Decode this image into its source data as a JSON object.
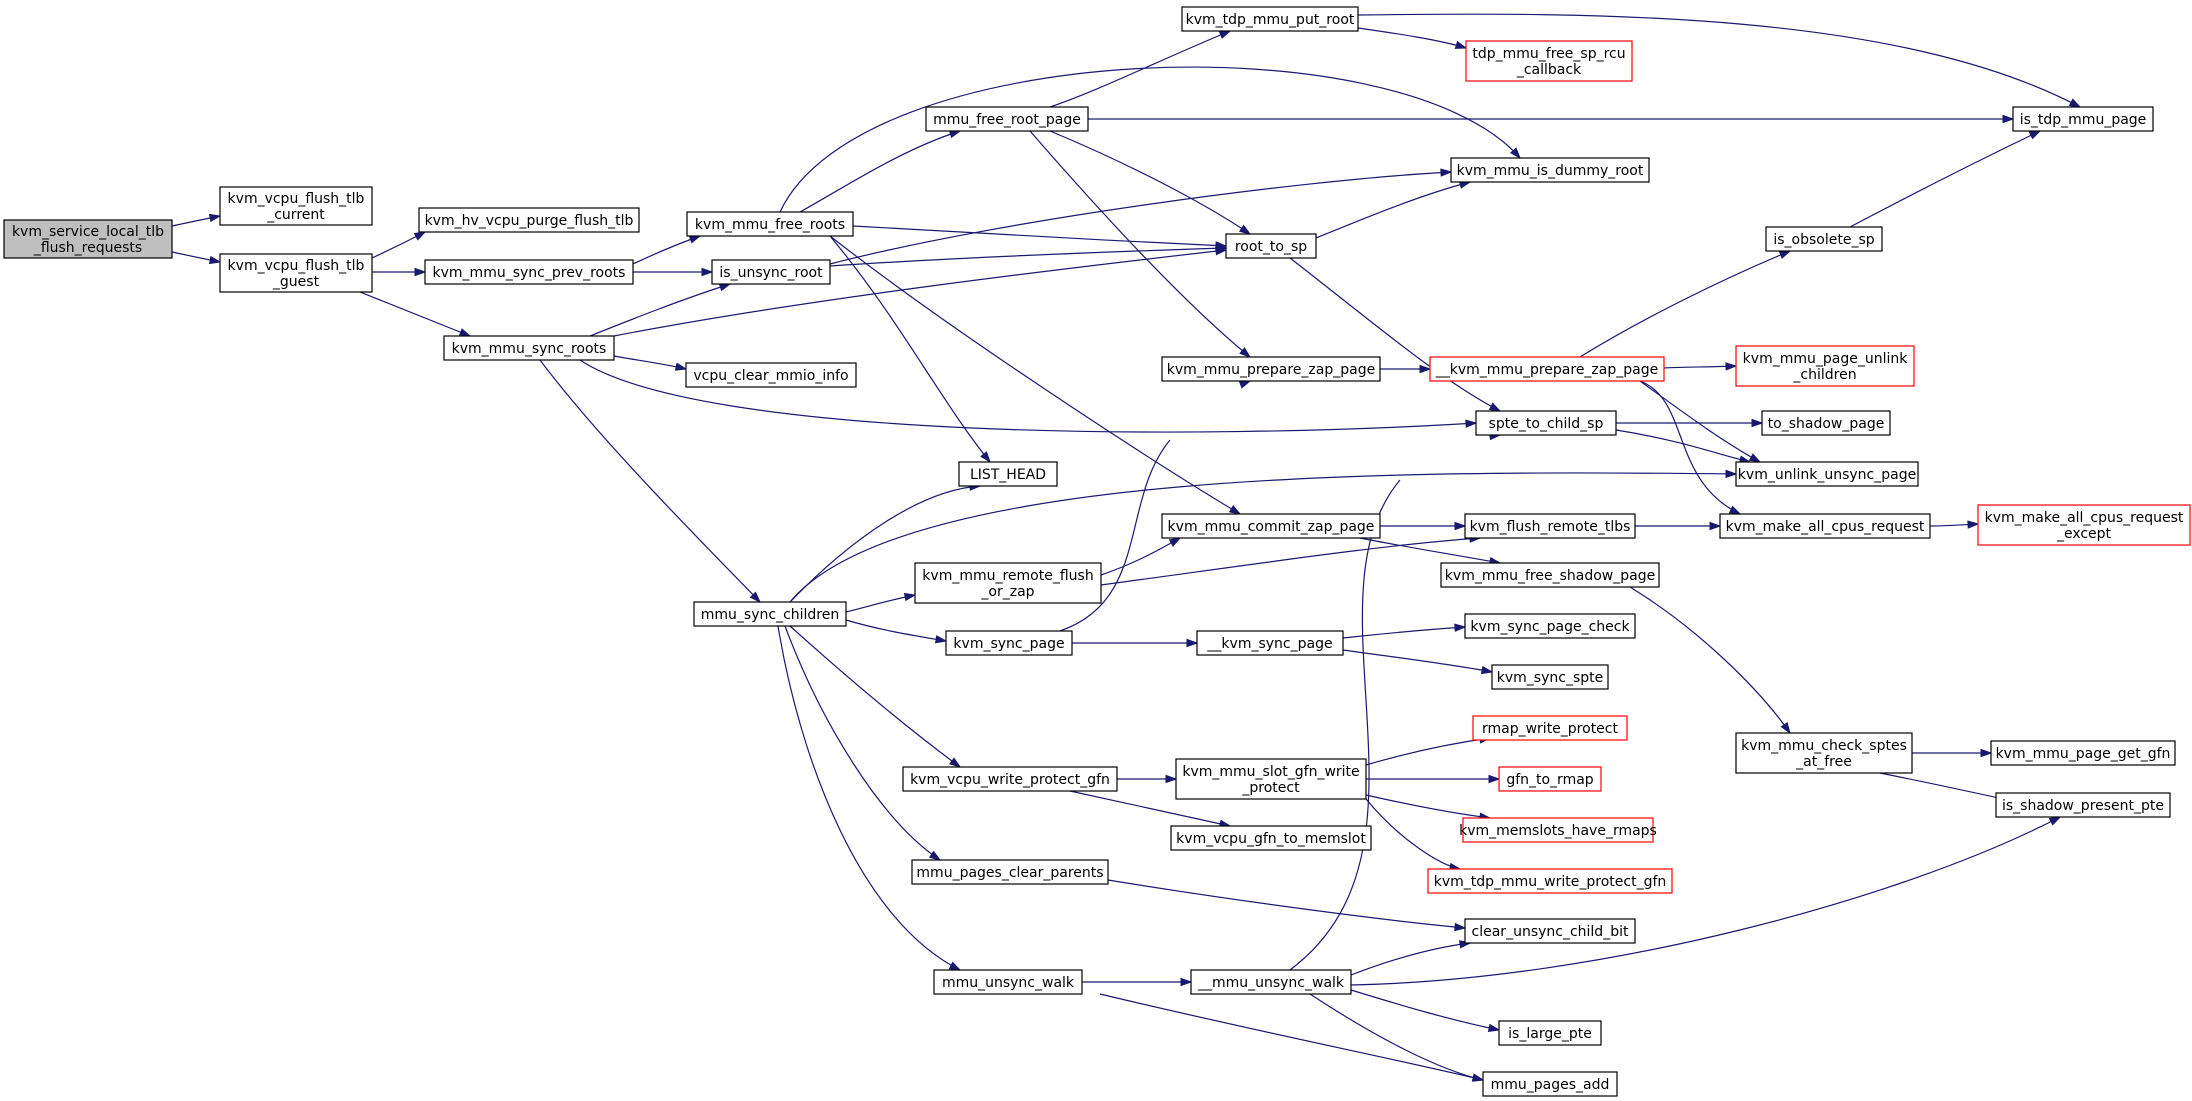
{
  "diagram": {
    "colors": {
      "edge": "#191970",
      "normal_border": "#000000",
      "highlight_border": "#ff0000",
      "root_fill": "#bfbfbf"
    },
    "nodes": {
      "kvm_service_local_tlb_flush_requests": {
        "lines": [
          "kvm_service_local_tlb",
          "_flush_requests"
        ],
        "style": "root"
      },
      "kvm_vcpu_flush_tlb_current": {
        "lines": [
          "kvm_vcpu_flush_tlb",
          "_current"
        ],
        "style": "normal"
      },
      "kvm_vcpu_flush_tlb_guest": {
        "lines": [
          "kvm_vcpu_flush_tlb",
          "_guest"
        ],
        "style": "normal"
      },
      "kvm_hv_vcpu_purge_flush_tlb": {
        "lines": [
          "kvm_hv_vcpu_purge_flush_tlb"
        ],
        "style": "normal"
      },
      "kvm_mmu_sync_prev_roots": {
        "lines": [
          "kvm_mmu_sync_prev_roots"
        ],
        "style": "normal"
      },
      "kvm_mmu_sync_roots": {
        "lines": [
          "kvm_mmu_sync_roots"
        ],
        "style": "normal"
      },
      "kvm_mmu_free_roots": {
        "lines": [
          "kvm_mmu_free_roots"
        ],
        "style": "normal"
      },
      "is_unsync_root": {
        "lines": [
          "is_unsync_root"
        ],
        "style": "normal"
      },
      "vcpu_clear_mmio_info": {
        "lines": [
          "vcpu_clear_mmio_info"
        ],
        "style": "normal"
      },
      "mmu_sync_children": {
        "lines": [
          "mmu_sync_children"
        ],
        "style": "normal"
      },
      "LIST_HEAD": {
        "lines": [
          "LIST_HEAD"
        ],
        "style": "normal"
      },
      "mmu_free_root_page": {
        "lines": [
          "mmu_free_root_page"
        ],
        "style": "normal"
      },
      "kvm_tdp_mmu_put_root": {
        "lines": [
          "kvm_tdp_mmu_put_root"
        ],
        "style": "normal"
      },
      "tdp_mmu_free_sp_rcu_callback": {
        "lines": [
          "tdp_mmu_free_sp_rcu",
          "_callback"
        ],
        "style": "red"
      },
      "is_tdp_mmu_page": {
        "lines": [
          "is_tdp_mmu_page"
        ],
        "style": "normal"
      },
      "kvm_mmu_is_dummy_root": {
        "lines": [
          "kvm_mmu_is_dummy_root"
        ],
        "style": "normal"
      },
      "root_to_sp": {
        "lines": [
          "root_to_sp"
        ],
        "style": "normal"
      },
      "is_obsolete_sp": {
        "lines": [
          "is_obsolete_sp"
        ],
        "style": "normal"
      },
      "kvm_mmu_prepare_zap_page": {
        "lines": [
          "kvm_mmu_prepare_zap_page"
        ],
        "style": "normal"
      },
      "__kvm_mmu_prepare_zap_page": {
        "lines": [
          "__kvm_mmu_prepare_zap_page"
        ],
        "style": "red"
      },
      "kvm_mmu_page_unlink_children": {
        "lines": [
          "kvm_mmu_page_unlink",
          "_children"
        ],
        "style": "red"
      },
      "spte_to_child_sp": {
        "lines": [
          "spte_to_child_sp"
        ],
        "style": "normal"
      },
      "to_shadow_page": {
        "lines": [
          "to_shadow_page"
        ],
        "style": "normal"
      },
      "kvm_unlink_unsync_page": {
        "lines": [
          "kvm_unlink_unsync_page"
        ],
        "style": "normal"
      },
      "kvm_mmu_commit_zap_page": {
        "lines": [
          "kvm_mmu_commit_zap_page"
        ],
        "style": "normal"
      },
      "kvm_flush_remote_tlbs": {
        "lines": [
          "kvm_flush_remote_tlbs"
        ],
        "style": "normal"
      },
      "kvm_make_all_cpus_request": {
        "lines": [
          "kvm_make_all_cpus_request"
        ],
        "style": "normal"
      },
      "kvm_make_all_cpus_request_except": {
        "lines": [
          "kvm_make_all_cpus_request",
          "_except"
        ],
        "style": "red"
      },
      "kvm_mmu_free_shadow_page": {
        "lines": [
          "kvm_mmu_free_shadow_page"
        ],
        "style": "normal"
      },
      "kvm_mmu_remote_flush_or_zap": {
        "lines": [
          "kvm_mmu_remote_flush",
          "_or_zap"
        ],
        "style": "normal"
      },
      "kvm_sync_page": {
        "lines": [
          "kvm_sync_page"
        ],
        "style": "normal"
      },
      "__kvm_sync_page": {
        "lines": [
          "__kvm_sync_page"
        ],
        "style": "normal"
      },
      "kvm_sync_page_check": {
        "lines": [
          "kvm_sync_page_check"
        ],
        "style": "normal"
      },
      "kvm_sync_spte": {
        "lines": [
          "kvm_sync_spte"
        ],
        "style": "normal"
      },
      "kvm_vcpu_write_protect_gfn": {
        "lines": [
          "kvm_vcpu_write_protect_gfn"
        ],
        "style": "normal"
      },
      "kvm_mmu_slot_gfn_write_protect": {
        "lines": [
          "kvm_mmu_slot_gfn_write",
          "_protect"
        ],
        "style": "normal"
      },
      "rmap_write_protect": {
        "lines": [
          "rmap_write_protect"
        ],
        "style": "red"
      },
      "gfn_to_rmap": {
        "lines": [
          "gfn_to_rmap"
        ],
        "style": "red"
      },
      "kvm_memslots_have_rmaps": {
        "lines": [
          "kvm_memslots_have_rmaps"
        ],
        "style": "red"
      },
      "kvm_tdp_mmu_write_protect_gfn": {
        "lines": [
          "kvm_tdp_mmu_write_protect_gfn"
        ],
        "style": "red"
      },
      "kvm_vcpu_gfn_to_memslot": {
        "lines": [
          "kvm_vcpu_gfn_to_memslot"
        ],
        "style": "normal"
      },
      "kvm_mmu_check_sptes_at_free": {
        "lines": [
          "kvm_mmu_check_sptes",
          "_at_free"
        ],
        "style": "normal"
      },
      "kvm_mmu_page_get_gfn": {
        "lines": [
          "kvm_mmu_page_get_gfn"
        ],
        "style": "normal"
      },
      "is_shadow_present_pte": {
        "lines": [
          "is_shadow_present_pte"
        ],
        "style": "normal"
      },
      "mmu_pages_clear_parents": {
        "lines": [
          "mmu_pages_clear_parents"
        ],
        "style": "normal"
      },
      "clear_unsync_child_bit": {
        "lines": [
          "clear_unsync_child_bit"
        ],
        "style": "normal"
      },
      "mmu_unsync_walk": {
        "lines": [
          "mmu_unsync_walk"
        ],
        "style": "normal"
      },
      "__mmu_unsync_walk": {
        "lines": [
          "__mmu_unsync_walk"
        ],
        "style": "normal"
      },
      "is_large_pte": {
        "lines": [
          "is_large_pte"
        ],
        "style": "normal"
      },
      "mmu_pages_add": {
        "lines": [
          "mmu_pages_add"
        ],
        "style": "normal"
      }
    },
    "edges": [
      [
        "kvm_service_local_tlb_flush_requests",
        "kvm_vcpu_flush_tlb_current"
      ],
      [
        "kvm_service_local_tlb_flush_requests",
        "kvm_vcpu_flush_tlb_guest"
      ],
      [
        "kvm_vcpu_flush_tlb_guest",
        "kvm_hv_vcpu_purge_flush_tlb"
      ],
      [
        "kvm_vcpu_flush_tlb_guest",
        "kvm_mmu_sync_prev_roots"
      ],
      [
        "kvm_vcpu_flush_tlb_guest",
        "kvm_mmu_sync_roots"
      ],
      [
        "kvm_mmu_sync_prev_roots",
        "kvm_mmu_free_roots"
      ],
      [
        "kvm_mmu_sync_prev_roots",
        "is_unsync_root"
      ],
      [
        "kvm_mmu_sync_roots",
        "is_unsync_root"
      ],
      [
        "kvm_mmu_sync_roots",
        "root_to_sp"
      ],
      [
        "kvm_mmu_sync_roots",
        "vcpu_clear_mmio_info"
      ],
      [
        "kvm_mmu_sync_roots",
        "spte_to_child_sp"
      ],
      [
        "kvm_mmu_sync_roots",
        "mmu_sync_children"
      ],
      [
        "kvm_mmu_free_roots",
        "mmu_free_root_page"
      ],
      [
        "kvm_mmu_free_roots",
        "kvm_mmu_is_dummy_root"
      ],
      [
        "kvm_mmu_free_roots",
        "root_to_sp"
      ],
      [
        "kvm_mmu_free_roots",
        "LIST_HEAD"
      ],
      [
        "kvm_mmu_free_roots",
        "kvm_mmu_commit_zap_page"
      ],
      [
        "is_unsync_root",
        "kvm_mmu_is_dummy_root"
      ],
      [
        "is_unsync_root",
        "root_to_sp"
      ],
      [
        "mmu_free_root_page",
        "kvm_tdp_mmu_put_root"
      ],
      [
        "mmu_free_root_page",
        "is_tdp_mmu_page"
      ],
      [
        "mmu_free_root_page",
        "root_to_sp"
      ],
      [
        "mmu_free_root_page",
        "kvm_mmu_prepare_zap_page"
      ],
      [
        "kvm_tdp_mmu_put_root",
        "tdp_mmu_free_sp_rcu_callback"
      ],
      [
        "kvm_tdp_mmu_put_root",
        "is_tdp_mmu_page"
      ],
      [
        "root_to_sp",
        "kvm_mmu_is_dummy_root"
      ],
      [
        "root_to_sp",
        "spte_to_child_sp"
      ],
      [
        "is_obsolete_sp",
        "is_tdp_mmu_page"
      ],
      [
        "kvm_mmu_prepare_zap_page",
        "__kvm_mmu_prepare_zap_page"
      ],
      [
        "__kvm_mmu_prepare_zap_page",
        "is_obsolete_sp"
      ],
      [
        "__kvm_mmu_prepare_zap_page",
        "kvm_mmu_page_unlink_children"
      ],
      [
        "__kvm_mmu_prepare_zap_page",
        "kvm_unlink_unsync_page"
      ],
      [
        "__kvm_mmu_prepare_zap_page",
        "kvm_make_all_cpus_request"
      ],
      [
        "spte_to_child_sp",
        "to_shadow_page"
      ],
      [
        "spte_to_child_sp",
        "kvm_unlink_unsync_page"
      ],
      [
        "kvm_mmu_commit_zap_page",
        "kvm_flush_remote_tlbs"
      ],
      [
        "kvm_mmu_commit_zap_page",
        "kvm_mmu_free_shadow_page"
      ],
      [
        "kvm_flush_remote_tlbs",
        "kvm_make_all_cpus_request"
      ],
      [
        "kvm_make_all_cpus_request",
        "kvm_make_all_cpus_request_except"
      ],
      [
        "kvm_mmu_free_shadow_page",
        "kvm_mmu_check_sptes_at_free"
      ],
      [
        "kvm_mmu_check_sptes_at_free",
        "kvm_mmu_page_get_gfn"
      ],
      [
        "kvm_mmu_check_sptes_at_free",
        "is_shadow_present_pte"
      ],
      [
        "mmu_sync_children",
        "LIST_HEAD"
      ],
      [
        "mmu_sync_children",
        "kvm_unlink_unsync_page"
      ],
      [
        "mmu_sync_children",
        "kvm_mmu_remote_flush_or_zap"
      ],
      [
        "mmu_sync_children",
        "kvm_sync_page"
      ],
      [
        "mmu_sync_children",
        "kvm_vcpu_write_protect_gfn"
      ],
      [
        "mmu_sync_children",
        "mmu_pages_clear_parents"
      ],
      [
        "mmu_sync_children",
        "mmu_unsync_walk"
      ],
      [
        "kvm_mmu_remote_flush_or_zap",
        "kvm_mmu_commit_zap_page"
      ],
      [
        "kvm_mmu_remote_flush_or_zap",
        "kvm_flush_remote_tlbs"
      ],
      [
        "kvm_sync_page",
        "kvm_mmu_prepare_zap_page"
      ],
      [
        "kvm_sync_page",
        "__kvm_sync_page"
      ],
      [
        "__kvm_sync_page",
        "kvm_sync_page_check"
      ],
      [
        "__kvm_sync_page",
        "kvm_sync_spte"
      ],
      [
        "kvm_vcpu_write_protect_gfn",
        "kvm_mmu_slot_gfn_write_protect"
      ],
      [
        "kvm_vcpu_write_protect_gfn",
        "kvm_vcpu_gfn_to_memslot"
      ],
      [
        "kvm_mmu_slot_gfn_write_protect",
        "rmap_write_protect"
      ],
      [
        "kvm_mmu_slot_gfn_write_protect",
        "gfn_to_rmap"
      ],
      [
        "kvm_mmu_slot_gfn_write_protect",
        "kvm_memslots_have_rmaps"
      ],
      [
        "kvm_mmu_slot_gfn_write_protect",
        "kvm_tdp_mmu_write_protect_gfn"
      ],
      [
        "mmu_pages_clear_parents",
        "clear_unsync_child_bit"
      ],
      [
        "mmu_unsync_walk",
        "__mmu_unsync_walk"
      ],
      [
        "mmu_unsync_walk",
        "mmu_pages_add"
      ],
      [
        "__mmu_unsync_walk",
        "spte_to_child_sp"
      ],
      [
        "__mmu_unsync_walk",
        "clear_unsync_child_bit"
      ],
      [
        "__mmu_unsync_walk",
        "is_shadow_present_pte"
      ],
      [
        "__mmu_unsync_walk",
        "is_large_pte"
      ],
      [
        "__mmu_unsync_walk",
        "mmu_pages_add"
      ]
    ]
  }
}
